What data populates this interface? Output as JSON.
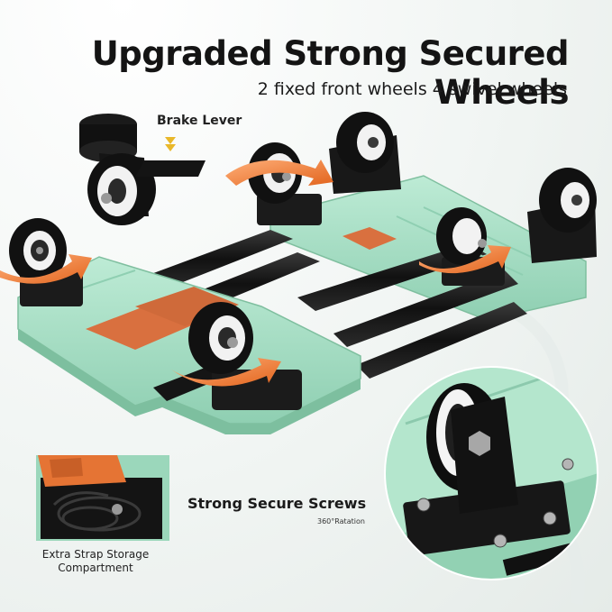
{
  "header": {
    "title": "Upgraded Strong Secured Wheels",
    "subtitle": "2 fixed front wheels 4 swivel wheels"
  },
  "callouts": {
    "brake_lever": "Brake Lever",
    "screws_title": "Strong Secure Screws",
    "screws_sub": "360°Ratation",
    "strap_line1": "Extra Strap Storage",
    "strap_line2": "Compartment"
  },
  "colors": {
    "mint": "#a8e0c6",
    "mint_dark": "#86c8aa",
    "rubber": "#1a1a1a",
    "arrow_orange": "#f07a2a",
    "pad_orange": "#d9703f"
  }
}
